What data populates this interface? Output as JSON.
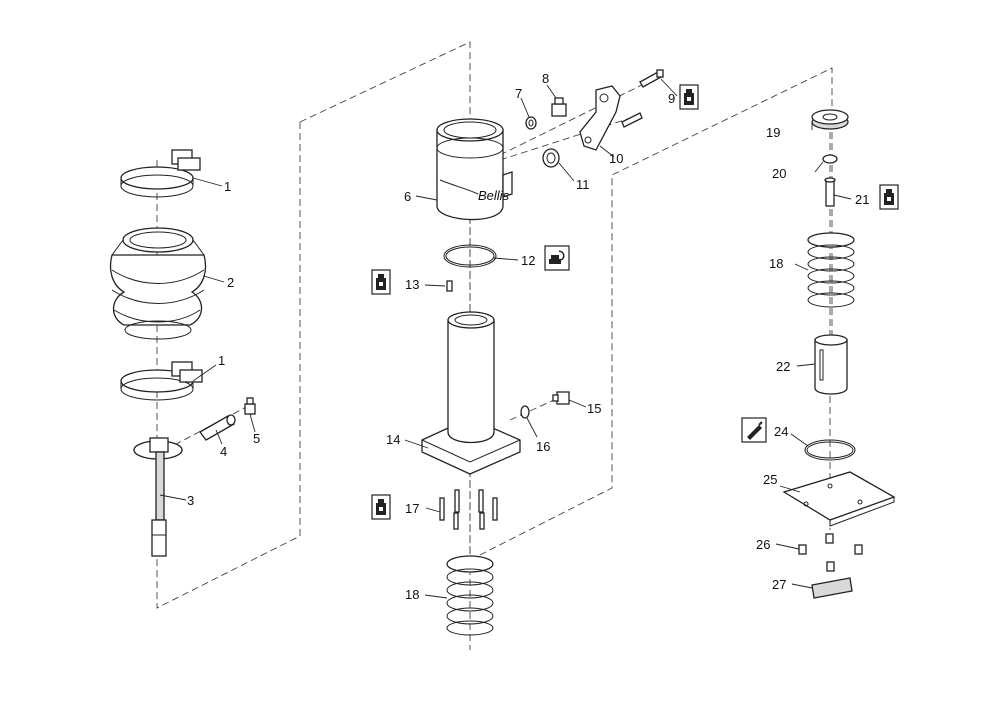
{
  "callouts": [
    {
      "id": "c1a",
      "text": "1"
    },
    {
      "id": "c2",
      "text": "2"
    },
    {
      "id": "c1b",
      "text": "1"
    },
    {
      "id": "c4",
      "text": "4"
    },
    {
      "id": "c5",
      "text": "5"
    },
    {
      "id": "c3",
      "text": "3"
    },
    {
      "id": "c6",
      "text": "6"
    },
    {
      "id": "c7",
      "text": "7"
    },
    {
      "id": "c8",
      "text": "8"
    },
    {
      "id": "c9",
      "text": "9"
    },
    {
      "id": "c10",
      "text": "10"
    },
    {
      "id": "c11",
      "text": "11"
    },
    {
      "id": "c12",
      "text": "12"
    },
    {
      "id": "c13",
      "text": "13"
    },
    {
      "id": "c14",
      "text": "14"
    },
    {
      "id": "c15",
      "text": "15"
    },
    {
      "id": "c16",
      "text": "16"
    },
    {
      "id": "c17",
      "text": "17"
    },
    {
      "id": "c18a",
      "text": "18"
    },
    {
      "id": "c19",
      "text": "19"
    },
    {
      "id": "c20",
      "text": "20"
    },
    {
      "id": "c21",
      "text": "21"
    },
    {
      "id": "c18b",
      "text": "18"
    },
    {
      "id": "c22",
      "text": "22"
    },
    {
      "id": "c24",
      "text": "24"
    },
    {
      "id": "c25",
      "text": "25"
    },
    {
      "id": "c26",
      "text": "26"
    },
    {
      "id": "c27",
      "text": "27"
    }
  ],
  "logo_text": "Bellis",
  "icons": [
    "threadlock-icon",
    "grease-icon",
    "sealant-tube-icon"
  ]
}
